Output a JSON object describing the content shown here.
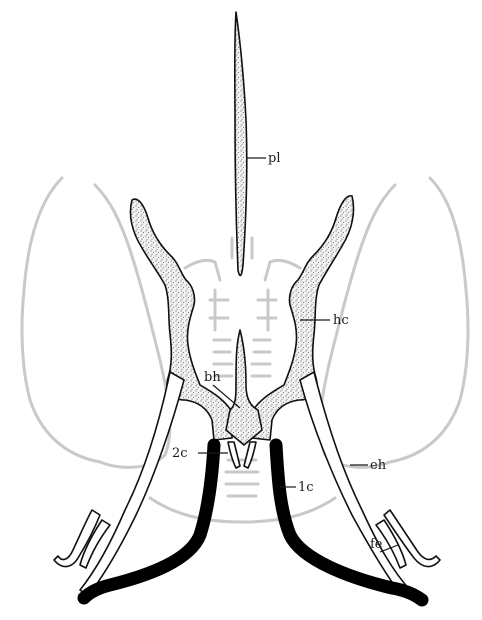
{
  "figure": {
    "labels": {
      "pl": "pl",
      "hc": "hc",
      "bh": "bh",
      "c2": "2c",
      "eh": "eh",
      "c1": "1c",
      "fe": "fe"
    }
  }
}
